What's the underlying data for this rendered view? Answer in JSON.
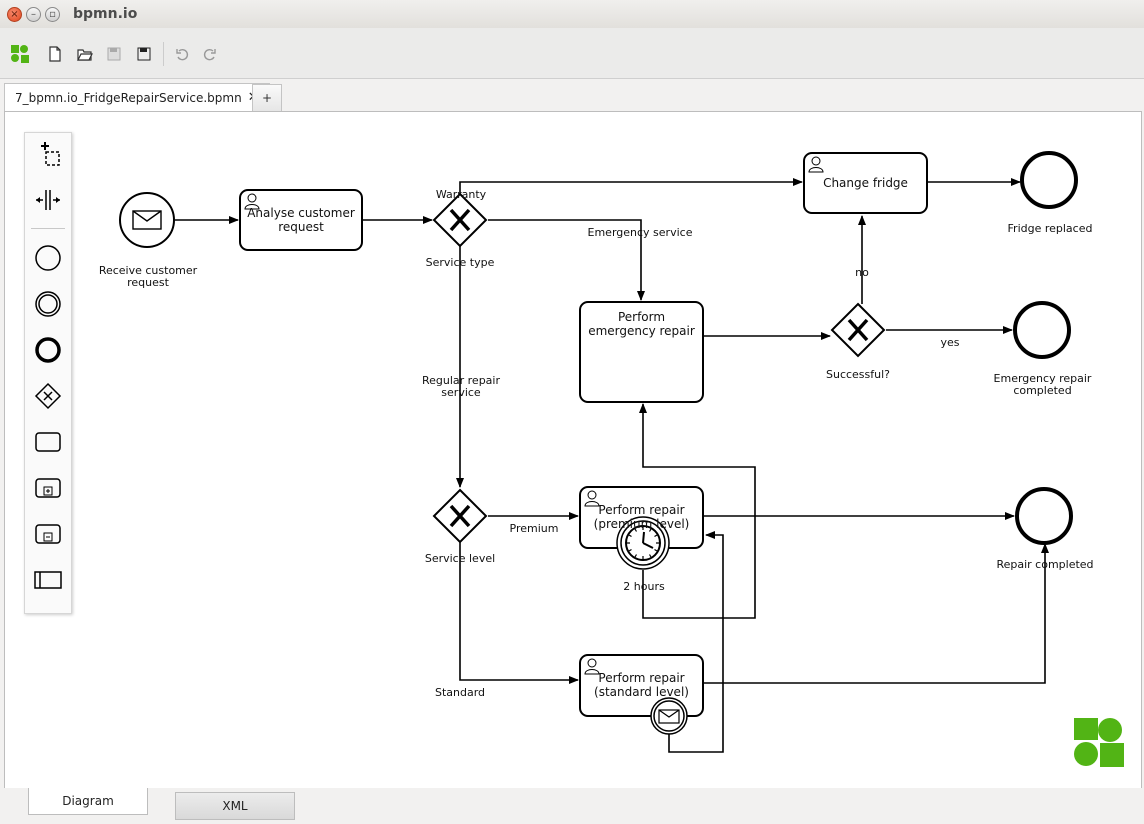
{
  "window": {
    "title": "bpmn.io"
  },
  "tabs": {
    "file_tab": "7_bpmn.io_FridgeRepairService.bpmn",
    "close_glyph": "✕",
    "add_tab": "+"
  },
  "toolbar_icons": [
    "bpmn-logo-icon",
    "new-file-icon",
    "open-folder-icon",
    "save-icon",
    "save-as-icon",
    "undo-icon",
    "redo-icon"
  ],
  "palette_icons": [
    "lasso-tool-icon",
    "space-tool-icon",
    "start-event-icon",
    "intermediate-event-icon",
    "end-event-icon",
    "gateway-icon",
    "task-icon",
    "subprocess-expanded-icon",
    "subprocess-collapsed-icon",
    "pool-icon"
  ],
  "diagram": {
    "start_event": "Receive customer request",
    "tasks": {
      "analyse": "Analyse customer request",
      "change_fridge": "Change fridge",
      "emergency": "Perform emergency repair",
      "premium": "Perform repair (premium level)",
      "standard": "Perform repair (standard level)"
    },
    "gateways": {
      "service_type": "Service type",
      "successful": "Successful?",
      "service_level": "Service level"
    },
    "end_events": {
      "fridge_replaced": "Fridge replaced",
      "emergency_completed": "Emergency repair completed",
      "repair_completed": "Repair completed"
    },
    "flow_labels": {
      "warranty": "Warranty",
      "emergency_service": "Emergency service",
      "regular_repair": "Regular repair service",
      "no": "no",
      "yes": "yes",
      "premium": "Premium",
      "standard": "Standard"
    },
    "timer_label": "2 hours"
  },
  "bottom_tabs": {
    "diagram": "Diagram",
    "xml": "XML"
  },
  "colors": {
    "accent_green": "#52b415",
    "stroke": "#000000"
  }
}
